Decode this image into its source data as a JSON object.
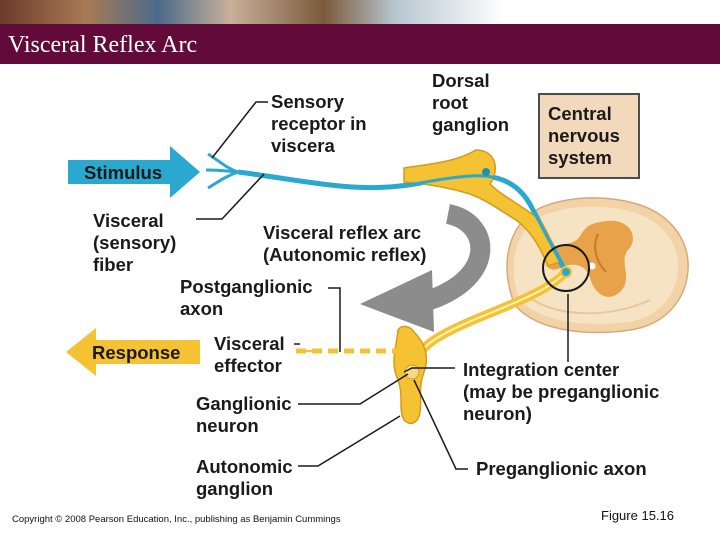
{
  "title": "Visceral Reflex Arc",
  "labels": {
    "stimulus": "Stimulus",
    "response": "Response",
    "sensory_receptor": "Sensory\nreceptor in\nviscera",
    "dorsal_root_ganglion": "Dorsal\nroot\nganglion",
    "central_nervous_system": "Central\nnervous\nsystem",
    "visceral_sensory_fiber": "Visceral\n(sensory)\nfiber",
    "visceral_reflex_arc": "Visceral reflex arc\n(Autonomic reflex)",
    "postganglionic_axon": "Postganglionic\naxon",
    "visceral_effector": "Visceral\neffector",
    "integration_center": "Integration center\n(may be preganglionic\nneuron)",
    "ganglionic_neuron": "Ganglionic\nneuron",
    "autonomic_ganglion": "Autonomic\nganglion",
    "preganglionic_axon": "Preganglionic axon"
  },
  "footer": {
    "copyright": "Copyright © 2008 Pearson Education, Inc., publishing as Benjamin Cummings",
    "figure": "Figure 15.16"
  },
  "colors": {
    "title_bar": "#620a3a",
    "sensory": "#2aa8d0",
    "motor": "#f4c233",
    "arrow_gray": "#8c8c8c",
    "cns_box": "#f3d9bb"
  }
}
